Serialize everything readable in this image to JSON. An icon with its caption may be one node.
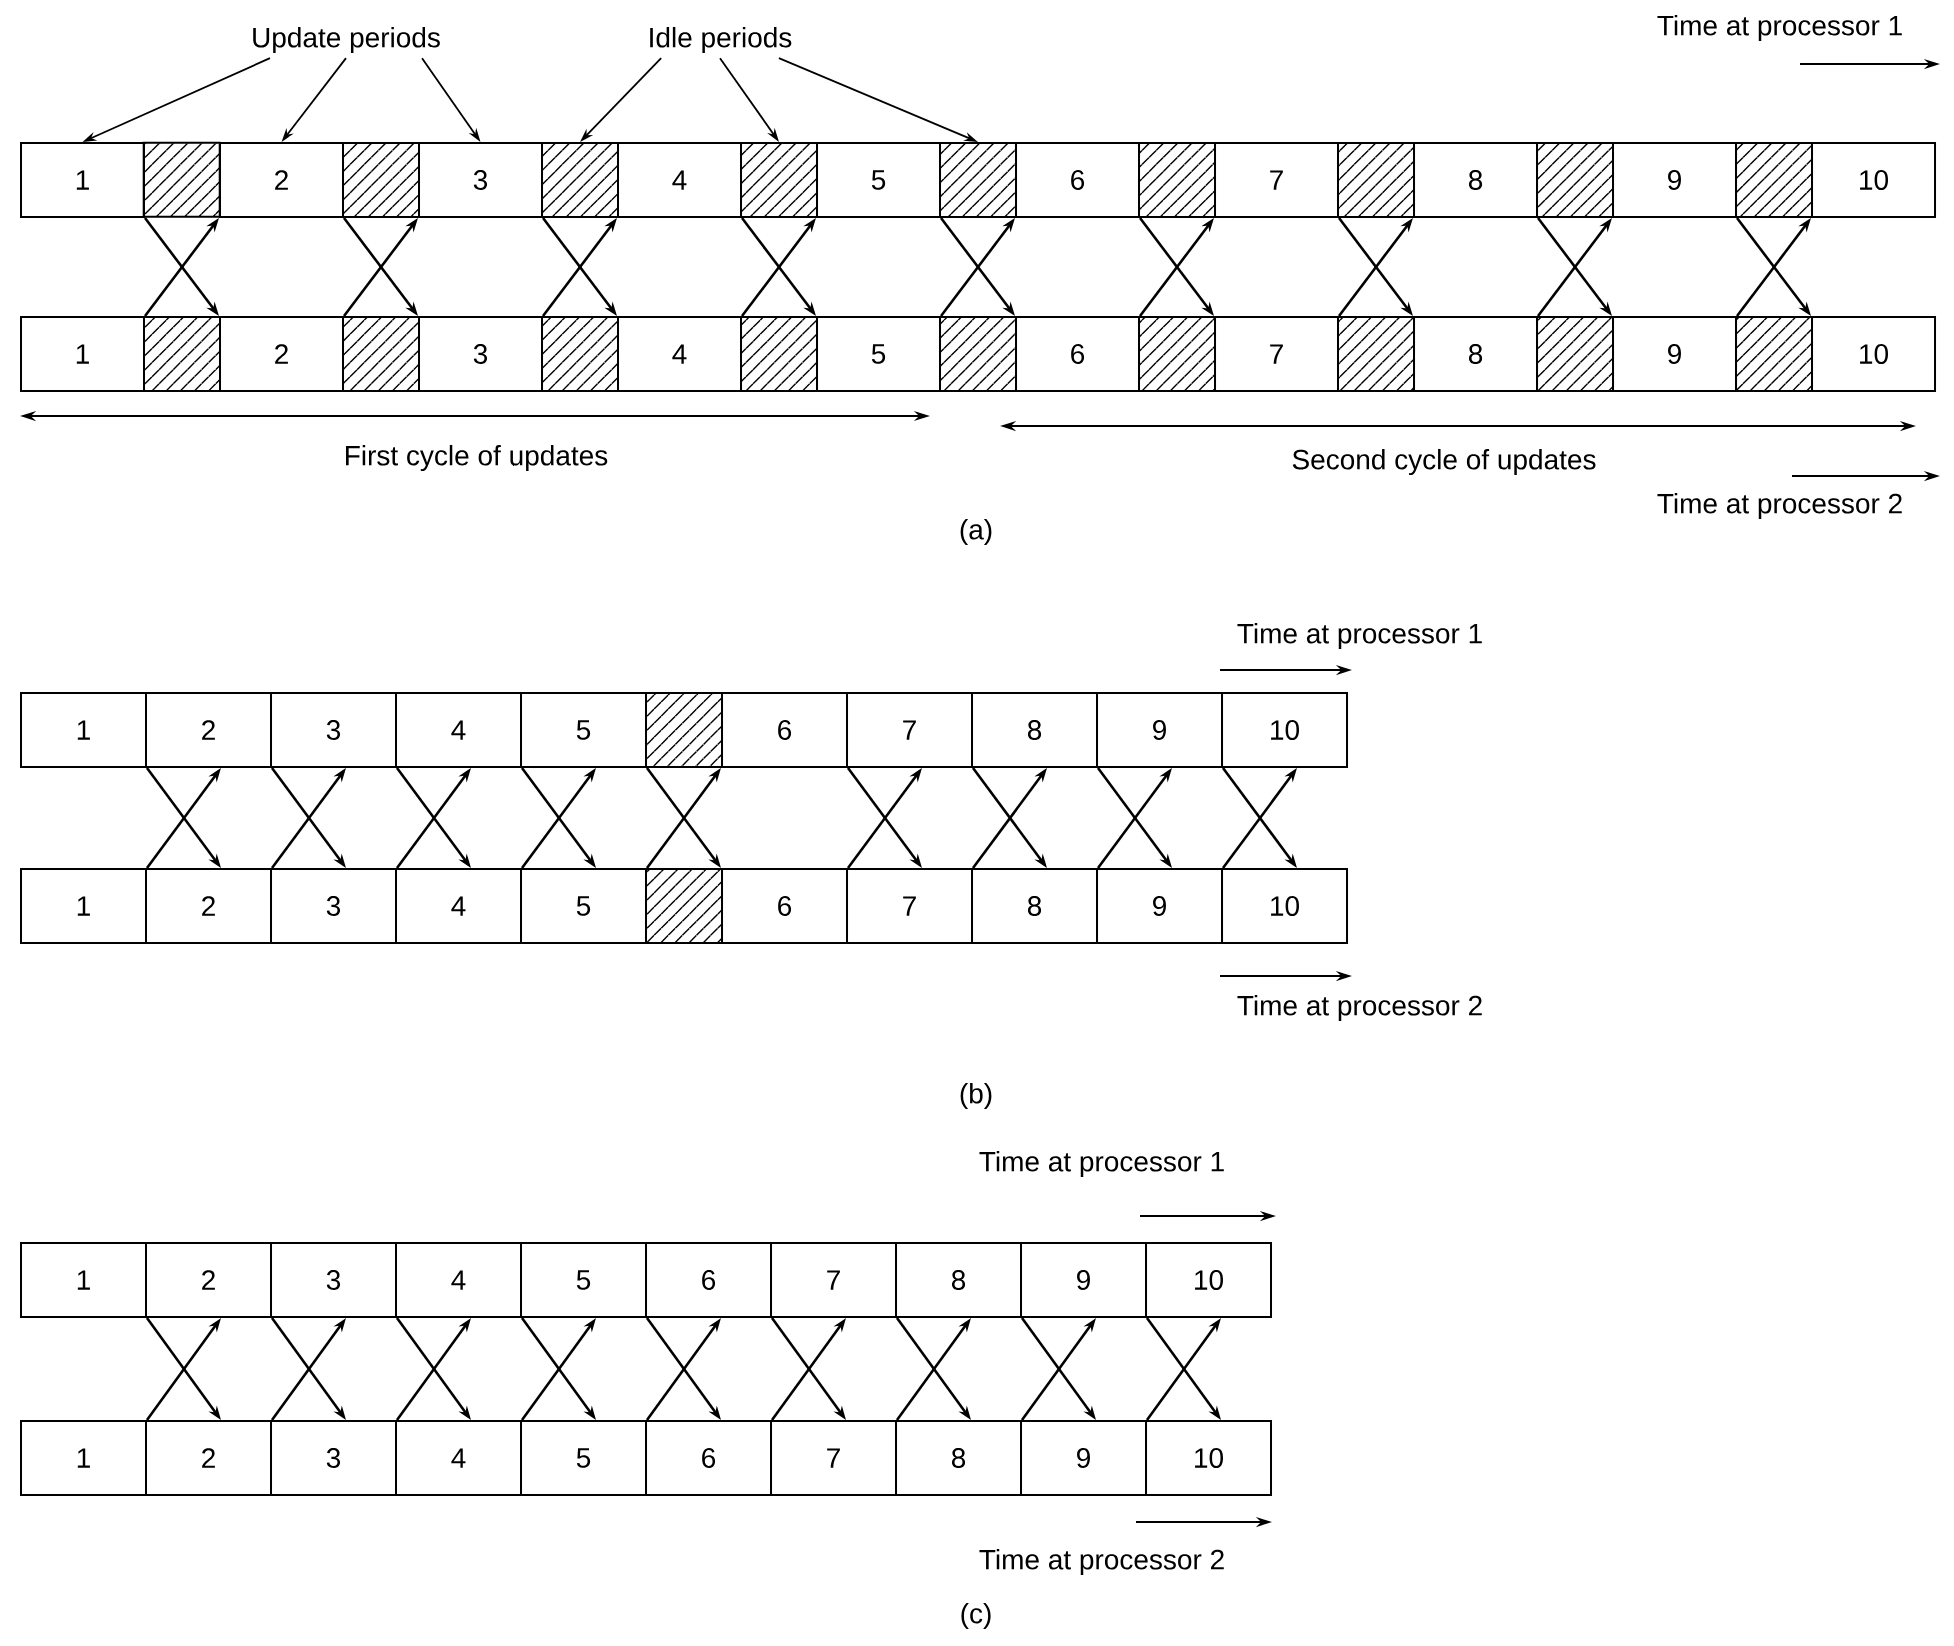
{
  "diagram": {
    "nodes": [
      {
        "text": [
          "Update periods"
        ]
      },
      {
        "text": [
          "Idle periods"
        ]
      },
      {
        "text": [
          "1"
        ]
      },
      {
        "text": [],
        "shape": "box"
      },
      {
        "text": [
          "2"
        ]
      },
      {
        "text": [],
        "shape": "box"
      },
      {
        "text": [
          "3"
        ]
      },
      {
        "text": [],
        "shape": "box"
      },
      {
        "text": [
          "4"
        ]
      },
      {
        "text": [],
        "shape": "box"
      },
      {
        "text": [
          "5"
        ]
      },
      {
        "text": [],
        "shape": "box"
      },
      {
        "text": [
          "6"
        ]
      },
      {
        "text": [],
        "shape": "box"
      },
      {
        "text": [
          "7"
        ]
      },
      {
        "text": [],
        "shape": "box"
      },
      {
        "text": [
          "8"
        ]
      },
      {
        "text": [],
        "shape": "box"
      },
      {
        "text": [
          "9"
        ]
      },
      {
        "text": [],
        "shape": "box"
      },
      {
        "text": [
          "10"
        ]
      },
      {
        "text": [
          "1"
        ]
      },
      {
        "text": [],
        "shape": "box"
      },
      {
        "text": [
          "2"
        ]
      },
      {
        "text": [],
        "shape": "box"
      },
      {
        "text": [
          "3"
        ]
      },
      {
        "text": [],
        "shape": "box"
      },
      {
        "text": [
          "4"
        ]
      },
      {
        "text": [],
        "shape": "box"
      },
      {
        "text": [
          "5"
        ]
      },
      {
        "text": [],
        "shape": "box"
      },
      {
        "text": [
          "6"
        ]
      },
      {
        "text": [],
        "shape": "box"
      },
      {
        "text": [
          "7"
        ]
      },
      {
        "text": [],
        "shape": "box"
      },
      {
        "text": [
          "8"
        ]
      },
      {
        "text": [],
        "shape": "box"
      },
      {
        "text": [
          "9"
        ]
      },
      {
        "text": [],
        "shape": "box"
      },
      {
        "text": [
          "10"
        ]
      },
      {
        "text": [
          "1"
        ]
      },
      {
        "text": [
          "2"
        ]
      },
      {
        "text": [
          "3"
        ]
      },
      {
        "text": [
          "4"
        ]
      },
      {
        "text": [
          "5"
        ]
      },
      {
        "text": [],
        "shape": "box"
      },
      {
        "text": [
          "6"
        ]
      },
      {
        "text": [
          "7"
        ]
      },
      {
        "text": [
          "8"
        ]
      },
      {
        "text": [
          "9"
        ]
      },
      {
        "text": [
          "10"
        ]
      },
      {
        "text": [
          "1"
        ]
      },
      {
        "text": [
          "2"
        ]
      },
      {
        "text": [
          "3"
        ]
      },
      {
        "text": [
          "4"
        ]
      },
      {
        "text": [
          "5"
        ]
      },
      {
        "text": [],
        "shape": "box"
      },
      {
        "text": [
          "6"
        ]
      },
      {
        "text": [
          "7"
        ]
      },
      {
        "text": [
          "8"
        ]
      },
      {
        "text": [
          "9"
        ]
      },
      {
        "text": [
          "10"
        ]
      },
      {
        "text": [
          "1"
        ]
      },
      {
        "text": [
          "2"
        ]
      },
      {
        "text": [
          "3"
        ]
      },
      {
        "text": [
          "4"
        ]
      },
      {
        "text": [
          "5"
        ]
      },
      {
        "text": [
          "6"
        ]
      },
      {
        "text": [
          "7"
        ]
      },
      {
        "text": [
          "8"
        ]
      },
      {
        "text": [
          "9"
        ]
      },
      {
        "text": [
          "10"
        ]
      },
      {
        "text": [
          "1"
        ]
      },
      {
        "text": [
          "2"
        ]
      },
      {
        "text": [
          "3"
        ]
      },
      {
        "text": [
          "4"
        ]
      },
      {
        "text": [
          "5"
        ]
      },
      {
        "text": [
          "6"
        ]
      },
      {
        "text": [
          "7"
        ]
      },
      {
        "text": [
          "8"
        ]
      },
      {
        "text": [
          "9"
        ]
      },
      {
        "text": [
          "10"
        ]
      }
    ],
    "edges": [
      {
        "from": 0,
        "to": 2,
        "arrow": "to"
      },
      {
        "from": 0,
        "to": 4,
        "arrow": "to"
      },
      {
        "from": 0,
        "to": 6,
        "arrow": "to"
      },
      {
        "from": 1,
        "to": 7,
        "arrow": "to"
      },
      {
        "from": 1,
        "to": 9,
        "arrow": "to"
      },
      {
        "from": 1,
        "to": 11,
        "arrow": "to"
      },
      {
        "from": 2,
        "to": 23,
        "arrow": "to"
      },
      {
        "from": 21,
        "to": 4,
        "arrow": "to"
      },
      {
        "from": 4,
        "to": 25,
        "arrow": "to"
      },
      {
        "from": 23,
        "to": 6,
        "arrow": "to"
      },
      {
        "from": 6,
        "to": 27,
        "arrow": "to"
      },
      {
        "from": 25,
        "to": 8,
        "arrow": "to"
      },
      {
        "from": 8,
        "to": 29,
        "arrow": "to"
      },
      {
        "from": 27,
        "to": 10,
        "arrow": "to"
      },
      {
        "from": 10,
        "to": 31,
        "arrow": "to"
      },
      {
        "from": 29,
        "to": 12,
        "arrow": "to"
      },
      {
        "from": 12,
        "to": 33,
        "arrow": "to"
      },
      {
        "from": 31,
        "to": 14,
        "arrow": "to"
      },
      {
        "from": 14,
        "to": 35,
        "arrow": "to"
      },
      {
        "from": 33,
        "to": 16,
        "arrow": "to"
      },
      {
        "from": 16,
        "to": 37,
        "arrow": "to"
      },
      {
        "from": 35,
        "to": 18,
        "arrow": "to"
      },
      {
        "from": 18,
        "to": 39,
        "arrow": "to"
      },
      {
        "from": 37,
        "to": 20,
        "arrow": "to"
      },
      {
        "from": 40,
        "to": 52,
        "arrow": "to"
      },
      {
        "from": 51,
        "to": 41,
        "arrow": "to"
      },
      {
        "from": 41,
        "to": 53,
        "arrow": "to"
      },
      {
        "from": 52,
        "to": 42,
        "arrow": "to"
      },
      {
        "from": 42,
        "to": 54,
        "arrow": "to"
      },
      {
        "from": 53,
        "to": 43,
        "arrow": "to"
      },
      {
        "from": 43,
        "to": 55,
        "arrow": "to"
      },
      {
        "from": 54,
        "to": 44,
        "arrow": "to"
      },
      {
        "from": 44,
        "to": 57,
        "arrow": "to"
      },
      {
        "from": 55,
        "to": 46,
        "arrow": "to"
      },
      {
        "from": 46,
        "to": 58,
        "arrow": "to"
      },
      {
        "from": 57,
        "to": 47,
        "arrow": "to"
      },
      {
        "from": 47,
        "to": 59,
        "arrow": "to"
      },
      {
        "from": 58,
        "to": 48,
        "arrow": "to"
      },
      {
        "from": 48,
        "to": 60,
        "arrow": "to"
      },
      {
        "from": 59,
        "to": 49,
        "arrow": "to"
      },
      {
        "from": 49,
        "to": 61,
        "arrow": "to"
      },
      {
        "from": 60,
        "to": 50,
        "arrow": "to"
      },
      {
        "from": 62,
        "to": 73,
        "arrow": "to"
      },
      {
        "from": 72,
        "to": 63,
        "arrow": "to"
      },
      {
        "from": 63,
        "to": 74,
        "arrow": "to"
      },
      {
        "from": 73,
        "to": 64,
        "arrow": "to"
      },
      {
        "from": 64,
        "to": 75,
        "arrow": "to"
      },
      {
        "from": 74,
        "to": 65,
        "arrow": "to"
      },
      {
        "from": 65,
        "to": 76,
        "arrow": "to"
      },
      {
        "from": 75,
        "to": 66,
        "arrow": "to"
      },
      {
        "from": 66,
        "to": 77,
        "arrow": "to"
      },
      {
        "from": 76,
        "to": 67,
        "arrow": "to"
      },
      {
        "from": 67,
        "to": 78,
        "arrow": "to"
      },
      {
        "from": 77,
        "to": 68,
        "arrow": "to"
      },
      {
        "from": 68,
        "to": 79,
        "arrow": "to"
      },
      {
        "from": 78,
        "to": 69,
        "arrow": "to"
      },
      {
        "from": 69,
        "to": 80,
        "arrow": "to"
      },
      {
        "from": 79,
        "to": 70,
        "arrow": "to"
      },
      {
        "from": 70,
        "to": 81,
        "arrow": "to"
      },
      {
        "from": 80,
        "to": 71,
        "arrow": "to"
      }
    ],
    "labels": [
      "Time at processor 1",
      "First cycle of updates",
      "Second cycle of updates",
      "Time at processor 2",
      "(a)",
      "Time at processor 1",
      "Time at processor 2",
      "(b)",
      "Time at processor 1",
      "Time at processor 2",
      "(c)"
    ]
  }
}
